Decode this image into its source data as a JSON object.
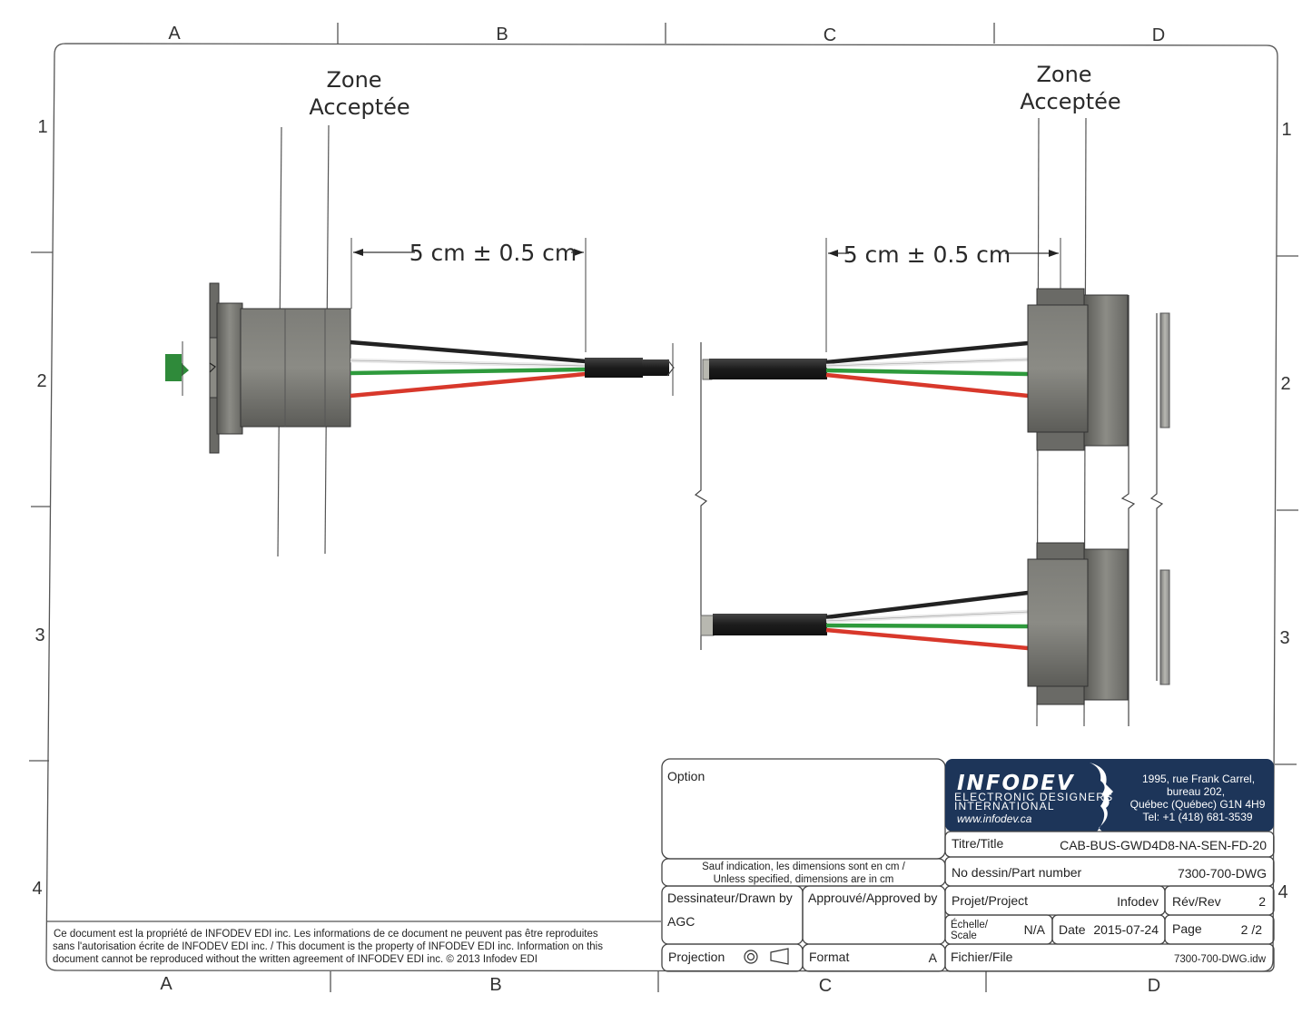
{
  "grid": {
    "cols_top": [
      "A",
      "B",
      "C",
      "D"
    ],
    "cols_bottom": [
      "A",
      "B",
      "C",
      "D"
    ],
    "rows_left": [
      "1",
      "2",
      "3",
      "4"
    ],
    "rows_right": [
      "1",
      "2",
      "3",
      "4"
    ]
  },
  "drawing": {
    "zone_left": [
      "Zone",
      "Acceptée"
    ],
    "zone_right": [
      "Zone",
      "Acceptée"
    ],
    "dim_left": "5 cm ± 0.5 cm",
    "dim_right": "5 cm ± 0.5 cm",
    "wire_colors": {
      "black": "#222222",
      "white": "#e9e9e9",
      "green": "#2e9a3c",
      "red": "#d8382b"
    },
    "connector_color": "#6f6f6a",
    "terminal_color": "#2f8a3a"
  },
  "notice": {
    "line1": "Ce document est la propriété de INFODEV EDI inc. Les informations de ce document ne peuvent pas être reproduites",
    "line2": "sans l'autorisation écrite de INFODEV EDI inc. / This document is the property of INFODEV EDI inc. Information on this",
    "line3": "document cannot be reproduced without the written agreement of INFODEV EDI inc. © 2013 Infodev EDI"
  },
  "titleblock": {
    "option_label": "Option",
    "units_fr": "Sauf indication, les dimensions sont en cm /",
    "units_en": "Unless specified, dimensions are in cm",
    "drawn_by_label": "Dessinateur/Drawn by",
    "drawn_by_value": "AGC",
    "approved_by_label": "Approuvé/Approved by",
    "projection_label": "Projection",
    "format_label": "Format",
    "format_value": "A",
    "logo_name": "INFODEV",
    "logo_sub1": "ELECTRONIC DESIGNERS",
    "logo_sub2": "INTERNATIONAL",
    "logo_url": "www.infodev.ca",
    "brand_color": "#1d3559",
    "address1": "1995, rue Frank Carrel,",
    "address2": "bureau 202,",
    "address3": "Québec (Québec) G1N 4H9",
    "address4": "Tel: +1 (418) 681-3539",
    "title_label": "Titre/Title",
    "title_value": "CAB-BUS-GWD4D8-NA-SEN-FD-20",
    "part_label": "No dessin/Part number",
    "part_value": "7300-700-DWG",
    "project_label": "Projet/Project",
    "project_value": "Infodev",
    "rev_label": "Rév/Rev",
    "rev_value": "2",
    "scale_label1": "Échelle/",
    "scale_label2": "Scale",
    "scale_value": "N/A",
    "date_label": "Date",
    "date_value": "2015-07-24",
    "page_label": "Page",
    "page_value": "2 /2",
    "file_label": "Fichier/File",
    "file_value": "7300-700-DWG.idw"
  }
}
